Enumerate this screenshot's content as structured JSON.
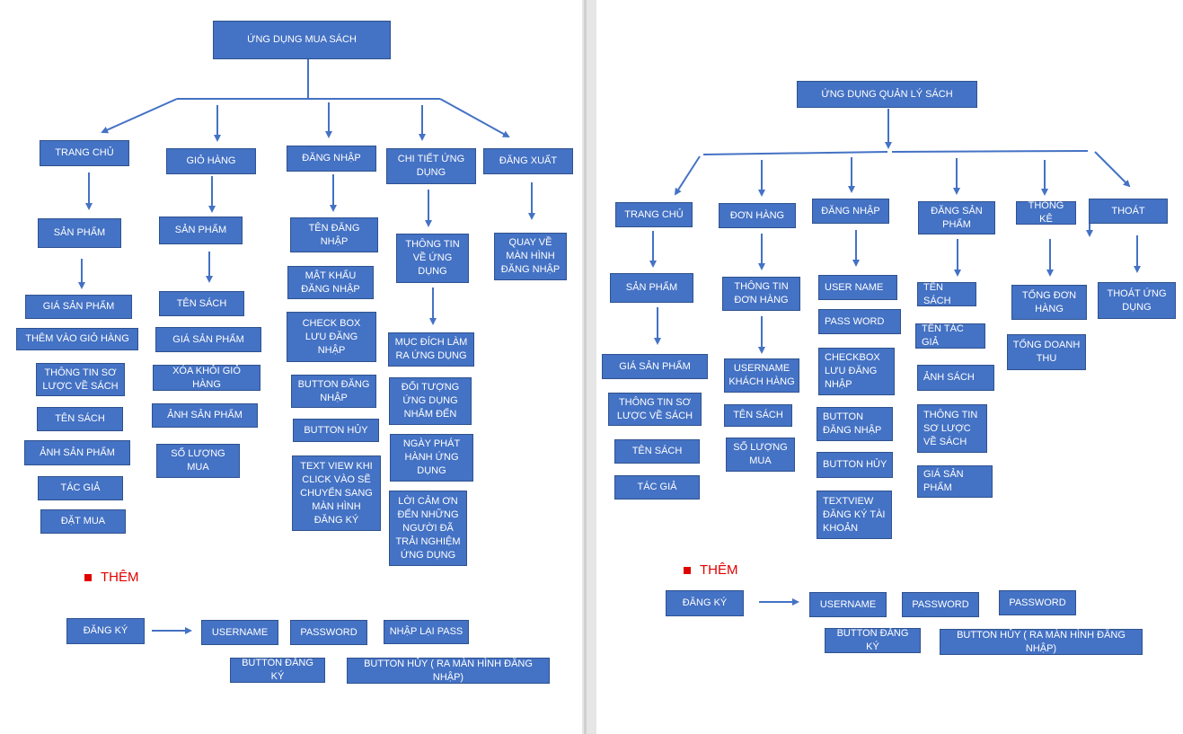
{
  "left": {
    "root": "ỨNG DỤNG MUA SÁCH",
    "menus": {
      "home": "TRANG CHỦ",
      "cart": "GIỎ HÀNG",
      "login": "ĐĂNG NHẬP",
      "detail": "CHI TIẾT ỨNG DỤNG",
      "logout": "ĐĂNG XUẤT"
    },
    "home_children": [
      "SẢN PHẨM",
      "GIÁ SẢN PHẨM",
      "THÊM VÀO GIỎ HÀNG",
      "THÔNG TIN SƠ LƯỢC VỀ SÁCH",
      "TÊN SÁCH",
      "ẢNH SẢN PHẨM",
      "TÁC GIẢ",
      "ĐẶT MUA"
    ],
    "cart_children": [
      "SẢN PHẨM",
      "TÊN SÁCH",
      "GIÁ SẢN PHẨM",
      "XÓA KHỎI GIỎ HÀNG",
      "ẢNH SẢN PHẨM",
      "SỐ LƯỢNG MUA"
    ],
    "login_children": [
      "TÊN ĐĂNG NHẬP",
      "MẬT KHẨU ĐĂNG NHẬP",
      "CHECK BOX LƯU ĐĂNG NHẬP",
      "BUTTON ĐĂNG NHẬP",
      "BUTTON HỦY",
      "TEXT VIEW KHI CLICK VÀO SẼ CHUYỂN SANG MÀN HÌNH ĐĂNG KÝ"
    ],
    "detail_children": [
      "THÔNG TIN VỀ ỨNG DỤNG",
      "MỤC ĐÍCH LÀM RA ỨNG DỤNG",
      "ĐỐI TƯỢNG ỨNG DỤNG NHẮM ĐẾN",
      "NGÀY PHÁT HÀNH ỨNG DỤNG",
      "LỜI CẢM ƠN ĐẾN NHỮNG NGƯỜI ĐÃ TRẢI NGHIỆM ỨNG DỤNG"
    ],
    "logout_children": [
      "QUAY VỀ MÀN HÌNH ĐĂNG NHẬP"
    ],
    "add_label": "THÊM",
    "add": {
      "register": "ĐĂNG KÝ",
      "username": "USERNAME",
      "password": "PASSWORD",
      "retype": "NHẬP LẠI PASS",
      "btn_register": "BUTTON ĐĂNG KÝ",
      "btn_cancel": "BUTTON HỦY ( RA MÀN HÌNH ĐĂNG NHẬP)"
    }
  },
  "right": {
    "root": "ỨNG DỤNG QUẢN LÝ SÁCH",
    "menus": {
      "home": "TRANG CHỦ",
      "orders": "ĐƠN  HÀNG",
      "login": "ĐĂNG NHẬP",
      "post": "ĐĂNG SẢN PHẨM",
      "stats": "THỐNG KÊ",
      "exit": "THOÁT"
    },
    "home_children": [
      "SẢN PHẨM",
      "GIÁ SẢN PHẨM",
      "THÔNG TIN SƠ LƯỢC VỀ SÁCH",
      "TÊN SÁCH",
      "TÁC GIẢ"
    ],
    "orders_children": [
      "THÔNG TIN ĐƠN HÀNG",
      "USERNAME KHÁCH HÀNG",
      "TÊN SÁCH",
      "SỐ LƯỢNG MUA"
    ],
    "login_children": [
      "USER NAME",
      "PASS WORD",
      "CHECKBOX LƯU ĐĂNG NHẬP",
      "BUTTON ĐĂNG NHẬP",
      "BUTTON HỦY",
      "TEXTVIEW ĐĂNG KÝ TÀI KHOẢN"
    ],
    "post_children": [
      "TÊN SÁCH",
      "TÊN TÁC GIẢ",
      "ẢNH SÁCH",
      "THÔNG TIN SƠ LƯỢC VỀ SÁCH",
      "GIÁ SẢN PHẨM"
    ],
    "stats_children": [
      "TỔNG ĐƠN HÀNG",
      "TỔNG DOANH THU"
    ],
    "exit_children": [
      "THOÁT ỨNG DỤNG"
    ],
    "add_label": "THÊM",
    "add": {
      "register": "ĐĂNG KÝ",
      "username": "USERNAME",
      "password": "PASSWORD",
      "password2": "PASSWORD",
      "btn_register": "BUTTON ĐĂNG KÝ",
      "btn_cancel": "BUTTON HỦY ( RA MÀN HÌNH ĐĂNG NHẬP)"
    }
  },
  "colors": {
    "box_fill": "#4472c4",
    "box_border": "#2f528f",
    "arrow": "#4472c4",
    "accent_red": "#e00000"
  }
}
